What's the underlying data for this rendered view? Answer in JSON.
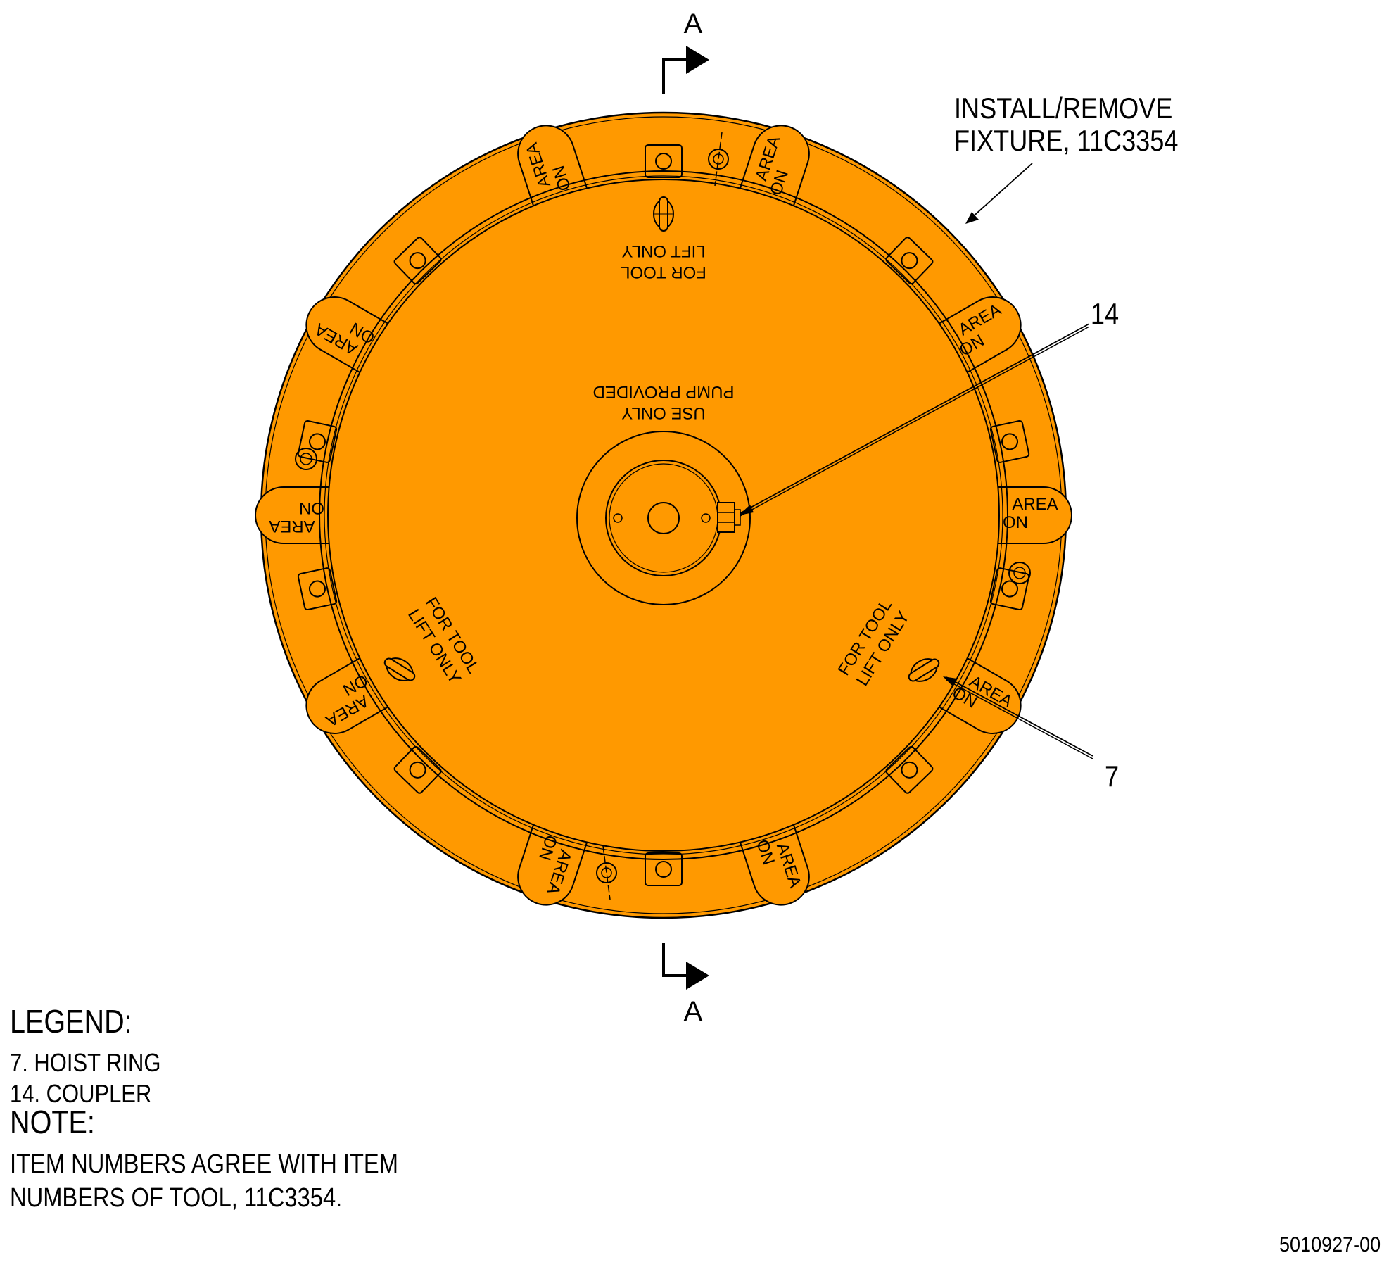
{
  "colors": {
    "fixture_fill": "#FF9900",
    "line": "#000000",
    "background": "#FFFFFF"
  },
  "section": {
    "label": "A"
  },
  "callouts": {
    "fixture": {
      "line1": "INSTALL/REMOVE",
      "line2": "FIXTURE, 11C3354"
    },
    "item_14": "14",
    "item_7": "7"
  },
  "plate_text": {
    "top_lift_line1": "FOR TOOL",
    "top_lift_line2": "LIFT ONLY",
    "center_line1": "USE ONLY",
    "center_line2": "PUMP PROVIDED",
    "left_lift_line1": "FOR TOOL",
    "left_lift_line2": "LIFT ONLY",
    "right_lift_line1": "FOR TOOL",
    "right_lift_line2": "LIFT ONLY"
  },
  "tab_text": {
    "word1": "AREA",
    "word2": "ON"
  },
  "legend": {
    "title": "LEGEND:",
    "items": [
      "7. HOIST RING",
      "14. COUPLER"
    ]
  },
  "note": {
    "title": "NOTE:",
    "lines": [
      "ITEM NUMBERS AGREE WITH ITEM",
      "NUMBERS OF TOOL, 11C3354."
    ]
  },
  "drawing_number": "5010927-00",
  "icons": [
    "section-arrow-icon",
    "leader-arrow-icon",
    "hoist-ring-icon",
    "bolt-tab-icon",
    "dowel-pin-icon",
    "coupler-icon"
  ]
}
